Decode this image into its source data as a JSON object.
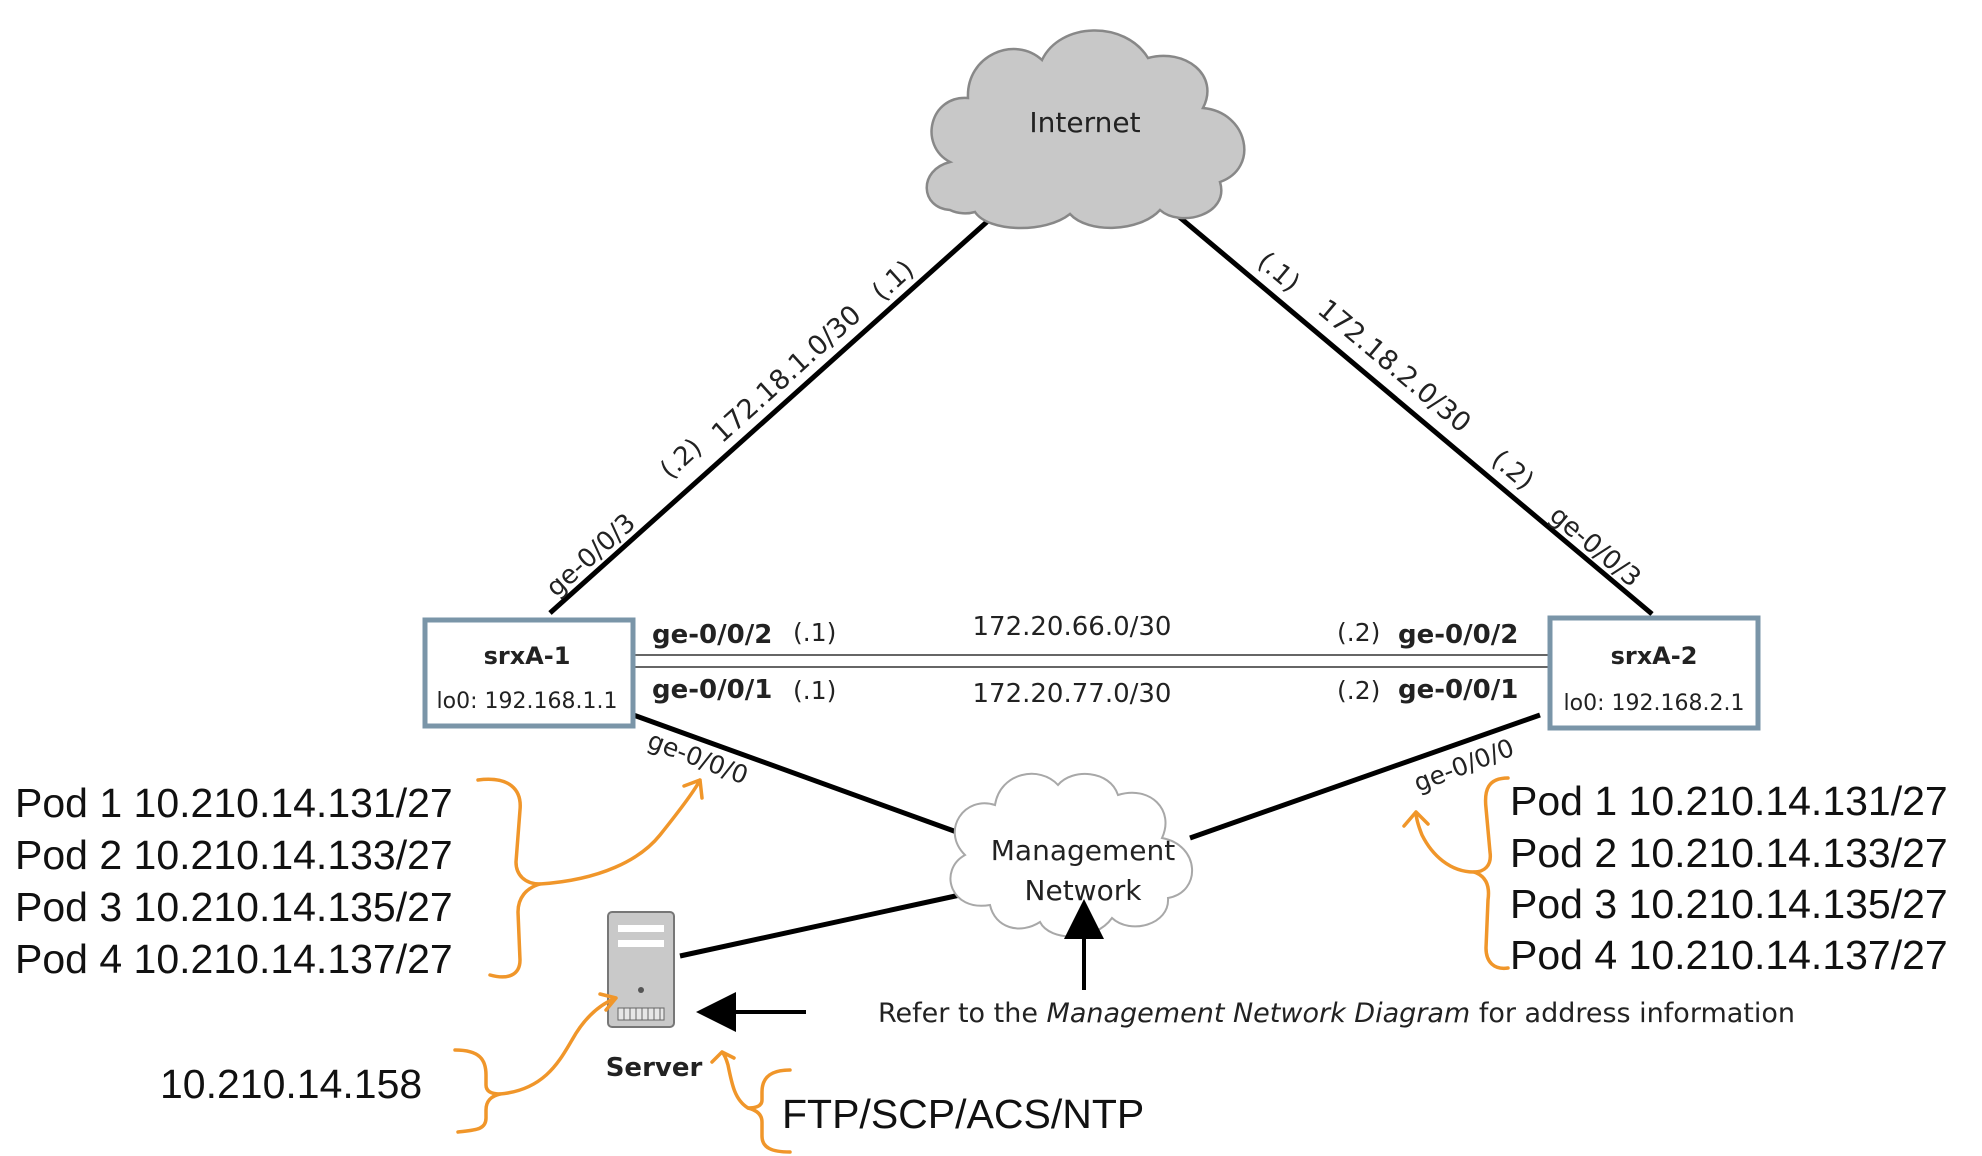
{
  "internet": {
    "label": "Internet"
  },
  "mgmt": {
    "line1": "Management",
    "line2": "Network"
  },
  "srx1": {
    "name": "srxA-1",
    "lo0": "lo0: 192.168.1.1",
    "uplink": {
      "iface": "ge-0/0/3",
      "near": "(.2)",
      "subnet": "172.18.1.0/30",
      "far": "(.1)"
    },
    "ge002": {
      "iface": "ge-0/0/2",
      "addr": "(.1)"
    },
    "ge001": {
      "iface": "ge-0/0/1",
      "addr": "(.1)"
    },
    "ge000": "ge-0/0/0"
  },
  "srx2": {
    "name": "srxA-2",
    "lo0": "lo0: 192.168.2.1",
    "uplink": {
      "iface": "ge-0/0/3",
      "near": "(.2)",
      "subnet": "172.18.2.0/30",
      "far": "(.1)"
    },
    "ge002": {
      "iface": "ge-0/0/2",
      "addr": "(.2)"
    },
    "ge001": {
      "iface": "ge-0/0/1",
      "addr": "(.2)"
    },
    "ge000": "ge-0/0/0"
  },
  "links": {
    "ge002_subnet": "172.20.66.0/30",
    "ge001_subnet": "172.20.77.0/30"
  },
  "server": {
    "label": "Server"
  },
  "note": {
    "prefix": "Refer to the ",
    "emph": "Management Network Diagram",
    "suffix": " for address information"
  },
  "annotations": {
    "left_pods": [
      "Pod 1 10.210.14.131/27",
      "Pod 2 10.210.14.133/27",
      "Pod 3 10.210.14.135/27",
      "Pod 4 10.210.14.137/27"
    ],
    "right_pods": [
      "Pod 1 10.210.14.131/27",
      "Pod 2 10.210.14.133/27",
      "Pod 3 10.210.14.135/27",
      "Pod 4 10.210.14.137/27"
    ],
    "server_ip": "10.210.14.158",
    "server_services": "FTP/SCP/ACS/NTP"
  },
  "colors": {
    "device_border": "#7a95a8",
    "cloud_fill": "#c8c8c8",
    "annotation": "#f0962a"
  }
}
